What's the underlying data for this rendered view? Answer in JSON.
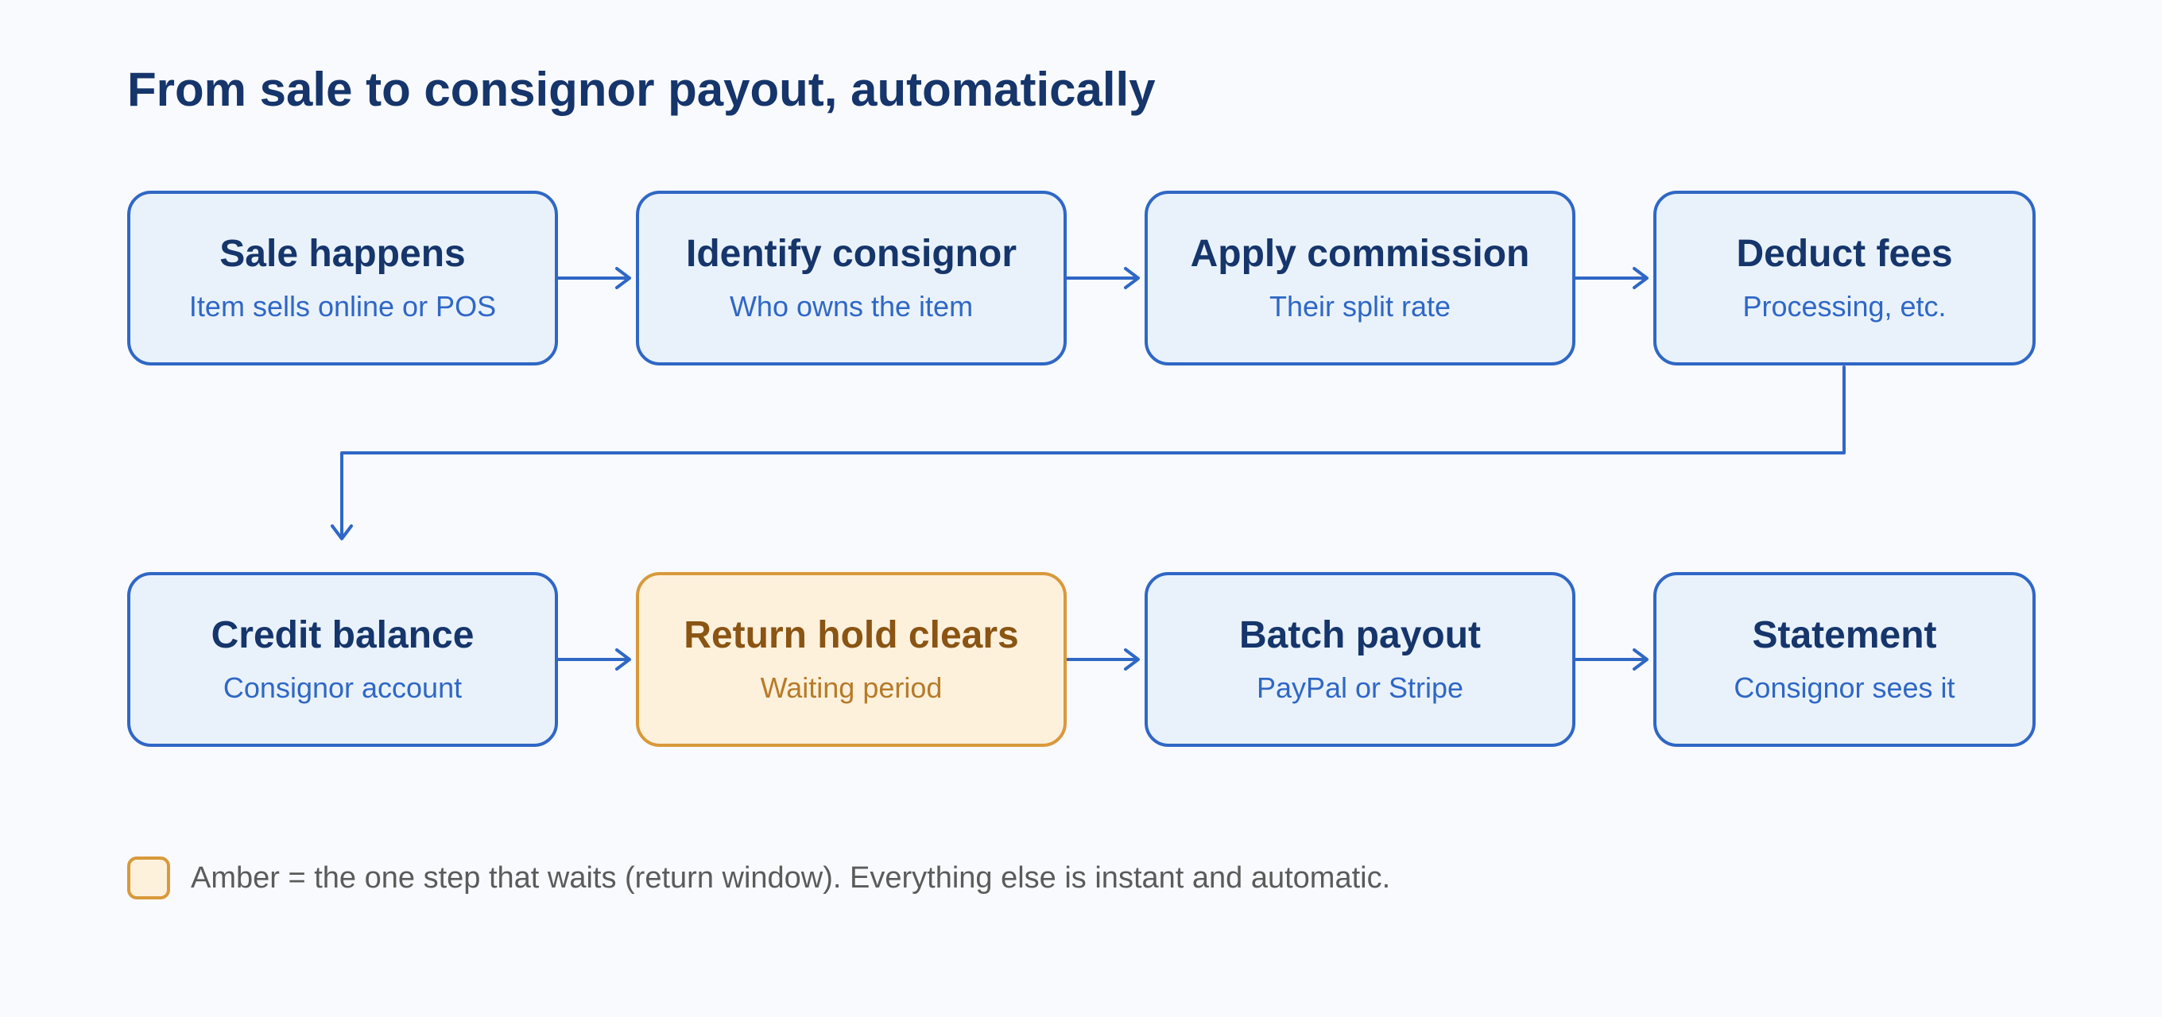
{
  "title": "From sale to consignor payout, automatically",
  "colors": {
    "background": "#f8fafd",
    "step_border": "#2f67c5",
    "step_fill": "#e9f2fb",
    "step_title": "#15356b",
    "wait_border": "#d9993b",
    "wait_fill": "#fdf1dc",
    "wait_title": "#8a5413"
  },
  "row1": [
    {
      "title": "Sale happens",
      "subtitle": "Item sells online or POS"
    },
    {
      "title": "Identify consignor",
      "subtitle": "Who owns the item"
    },
    {
      "title": "Apply commission",
      "subtitle": "Their split rate"
    },
    {
      "title": "Deduct fees",
      "subtitle": "Processing, etc."
    }
  ],
  "row2": [
    {
      "title": "Credit balance",
      "subtitle": "Consignor account"
    },
    {
      "title": "Return hold clears",
      "subtitle": "Waiting period",
      "highlight": "amber"
    },
    {
      "title": "Batch payout",
      "subtitle": "PayPal or Stripe"
    },
    {
      "title": "Statement",
      "subtitle": "Consignor sees it"
    }
  ],
  "legend": {
    "swatch_color": "amber",
    "text": "Amber = the one step that waits (return window). Everything else is instant and automatic."
  }
}
